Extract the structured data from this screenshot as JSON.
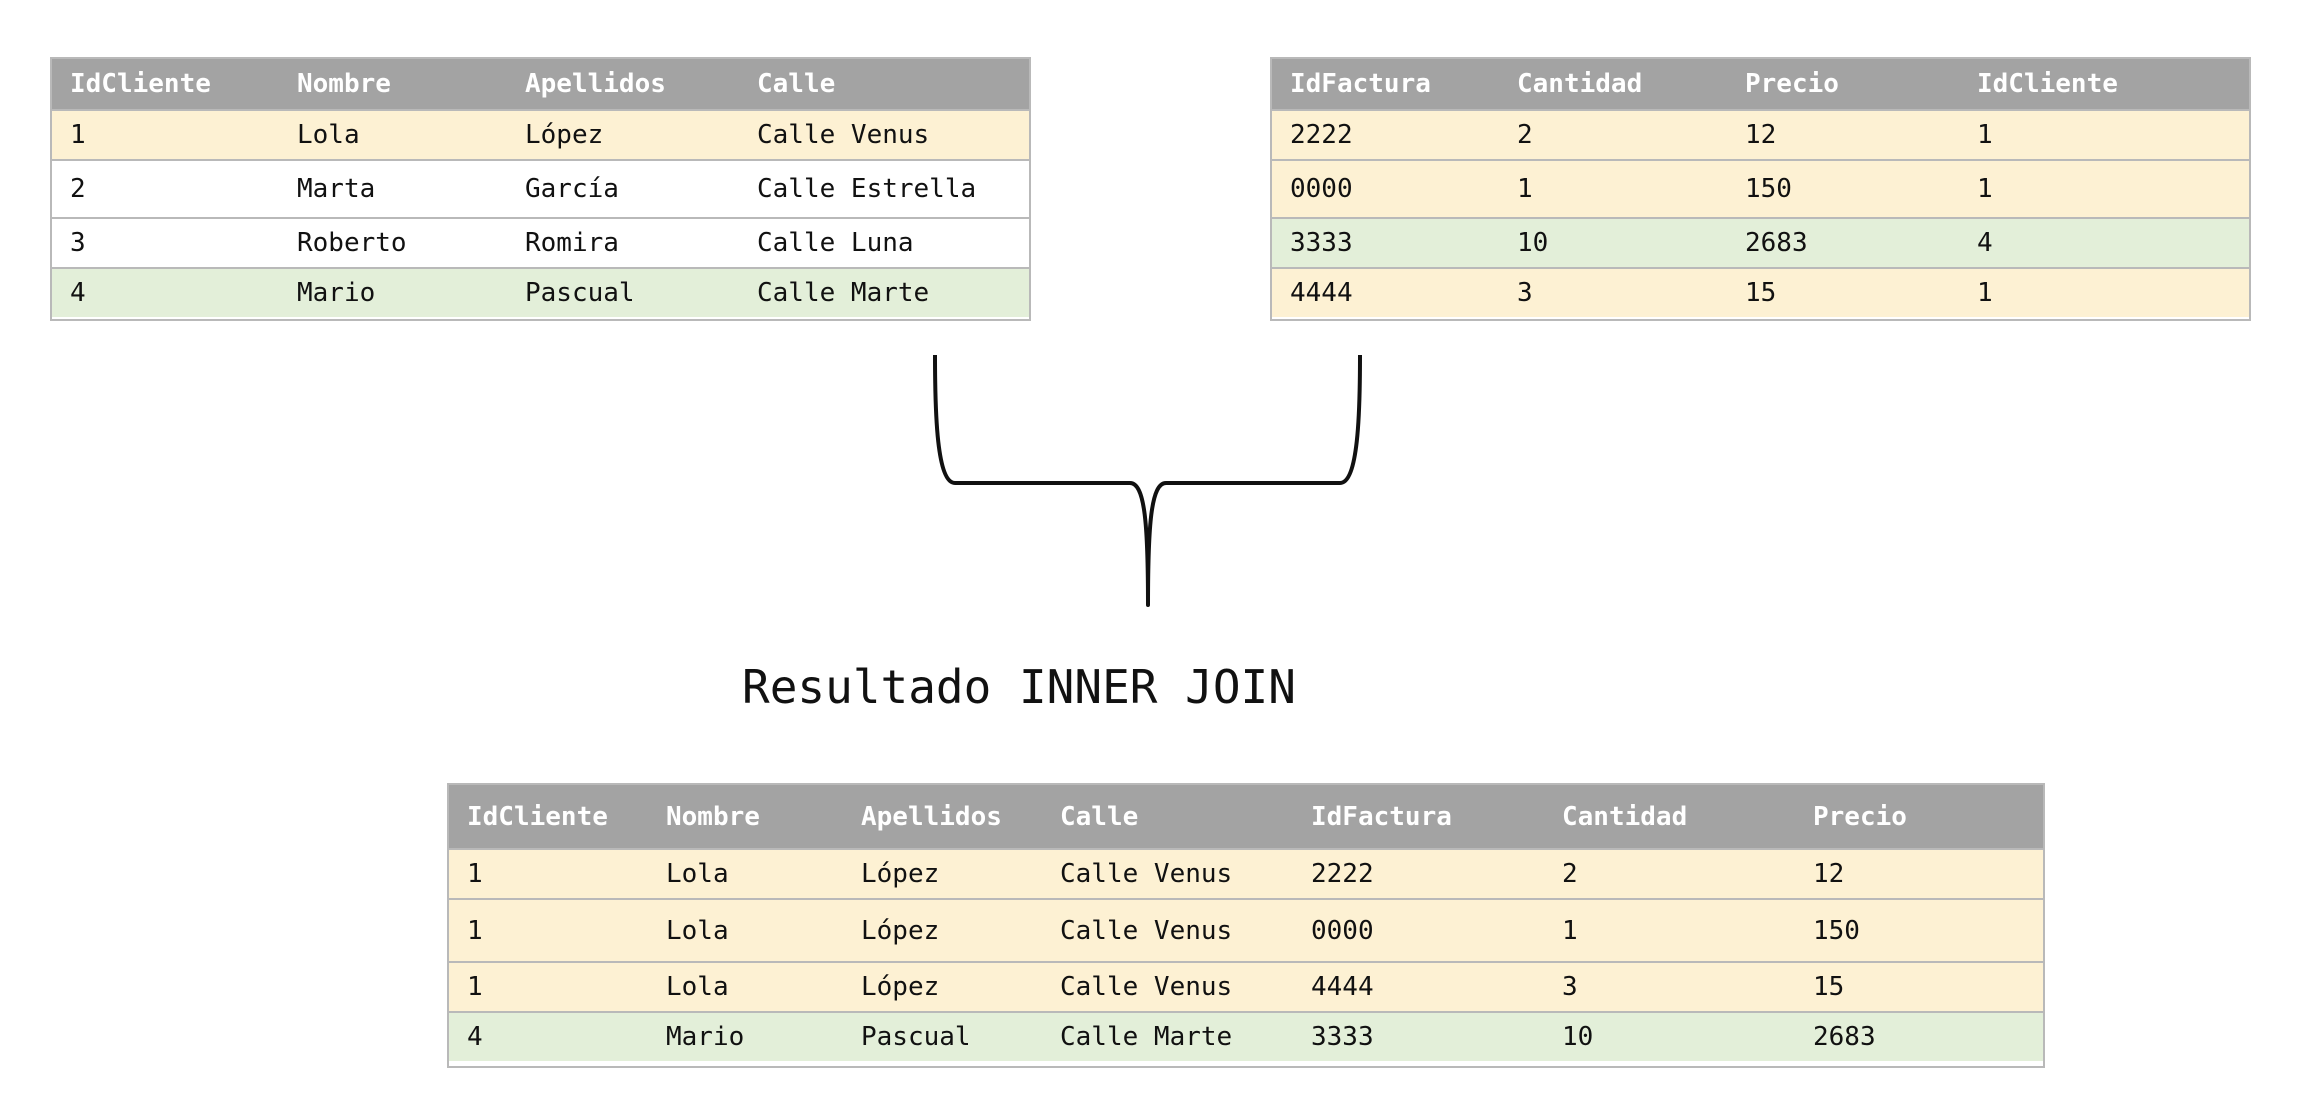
{
  "clientes": {
    "headers": [
      "IdCliente",
      "Nombre",
      "Apellidos",
      "Calle"
    ],
    "rows": [
      {
        "cells": [
          "1",
          "Lola",
          "López",
          "Calle Venus"
        ],
        "color": "yellow"
      },
      {
        "cells": [
          "2",
          "Marta",
          "García",
          "Calle Estrella"
        ],
        "color": "white"
      },
      {
        "cells": [
          "3",
          "Roberto",
          "Romira",
          "Calle Luna"
        ],
        "color": "white"
      },
      {
        "cells": [
          "4",
          "Mario",
          "Pascual",
          "Calle Marte"
        ],
        "color": "green"
      }
    ]
  },
  "facturas": {
    "headers": [
      "IdFactura",
      "Cantidad",
      "Precio",
      "IdCliente"
    ],
    "rows": [
      {
        "cells": [
          "2222",
          "2",
          "12",
          "1"
        ],
        "color": "yellow"
      },
      {
        "cells": [
          "0000",
          "1",
          "150",
          "1"
        ],
        "color": "yellow"
      },
      {
        "cells": [
          "3333",
          "10",
          "2683",
          "4"
        ],
        "color": "green"
      },
      {
        "cells": [
          "4444",
          "3",
          "15",
          "1"
        ],
        "color": "yellow"
      }
    ]
  },
  "result_title": "Resultado INNER JOIN",
  "resultado": {
    "headers": [
      "IdCliente",
      "Nombre",
      "Apellidos",
      "Calle",
      "IdFactura",
      "Cantidad",
      "Precio"
    ],
    "rows": [
      {
        "cells": [
          "1",
          "Lola",
          "López",
          "Calle Venus",
          "2222",
          "2",
          "12"
        ],
        "color": "yellow"
      },
      {
        "cells": [
          "1",
          "Lola",
          "López",
          "Calle Venus",
          "0000",
          "1",
          "150"
        ],
        "color": "yellow"
      },
      {
        "cells": [
          "1",
          "Lola",
          "López",
          "Calle Venus",
          "4444",
          "3",
          "15"
        ],
        "color": "yellow"
      },
      {
        "cells": [
          "4",
          "Mario",
          "Pascual",
          "Calle Marte",
          "3333",
          "10",
          "2683"
        ],
        "color": "green"
      }
    ]
  },
  "colors": {
    "header": "#a3a3a3",
    "yellow": "#fdf1d3",
    "green": "#e3efd9",
    "white": "#ffffff",
    "border": "#b9b9b9"
  }
}
